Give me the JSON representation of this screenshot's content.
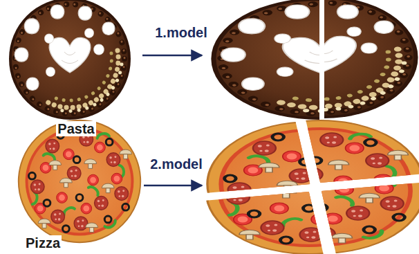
{
  "diagram": {
    "labels": [
      "1.model",
      "Pasta",
      "2.model",
      "Pizza"
    ]
  }
}
